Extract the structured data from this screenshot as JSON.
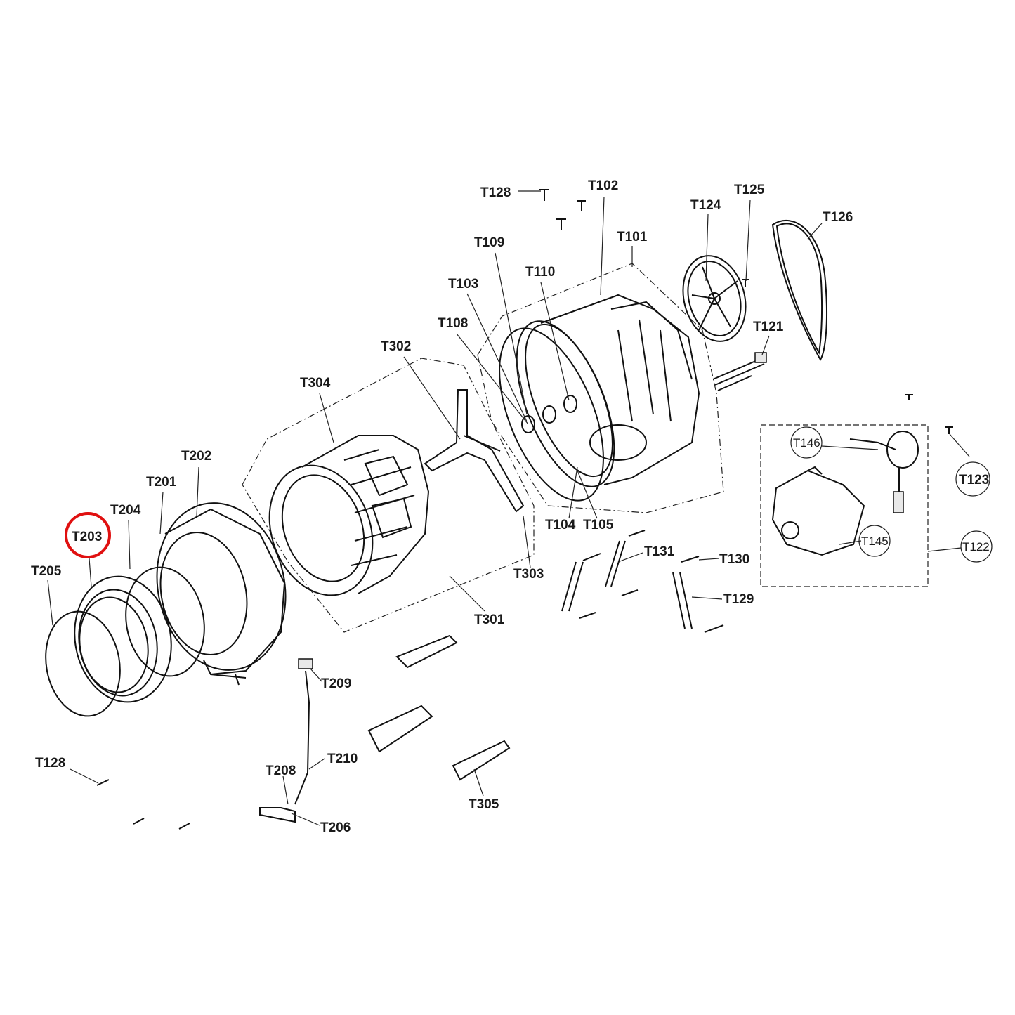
{
  "highlight": {
    "label": "T203",
    "color": "#e01010"
  },
  "labels": {
    "T128a": "T128",
    "T102": "T102",
    "T125": "T125",
    "T124": "T124",
    "T126": "T126",
    "T101": "T101",
    "T109": "T109",
    "T110": "T110",
    "T103": "T103",
    "T108": "T108",
    "T121": "T121",
    "T302": "T302",
    "T304": "T304",
    "T146": "T146",
    "T123": "T123",
    "T202": "T202",
    "T201": "T201",
    "T204": "T204",
    "T203": "T203",
    "T104": "T104",
    "T105": "T105",
    "T145": "T145",
    "T122": "T122",
    "T131": "T131",
    "T130": "T130",
    "T205": "T205",
    "T303": "T303",
    "T129": "T129",
    "T301": "T301",
    "T209": "T209",
    "T128b": "T128",
    "T210": "T210",
    "T208": "T208",
    "T305": "T305",
    "T206": "T206"
  }
}
